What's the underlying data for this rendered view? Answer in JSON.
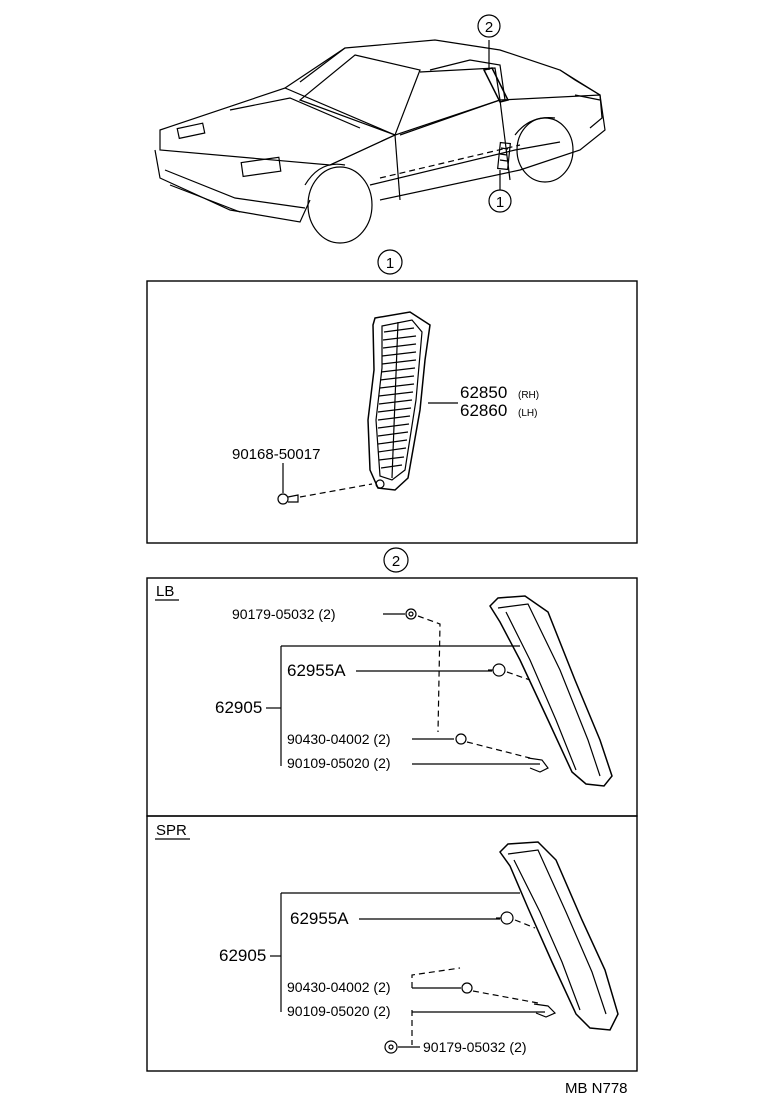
{
  "callouts": {
    "one": "1",
    "two": "2"
  },
  "section_vent": {
    "part_rh": "62850",
    "part_rh_side": "(RH)",
    "part_lh": "62860",
    "part_lh_side": "(LH)",
    "screw": "90168-50017"
  },
  "section_lb": {
    "tag": "LB",
    "assembly": "62905",
    "part_main": "62955A",
    "nut": "90179-05032 (2)",
    "clip": "90430-04002 (2)",
    "screw": "90109-05020 (2)"
  },
  "section_spr": {
    "tag": "SPR",
    "assembly": "62905",
    "part_main": "62955A",
    "clip": "90430-04002 (2)",
    "screw": "90109-05020 (2)",
    "nut": "90179-05032 (2)"
  },
  "footer": {
    "code": "MB  N778"
  }
}
